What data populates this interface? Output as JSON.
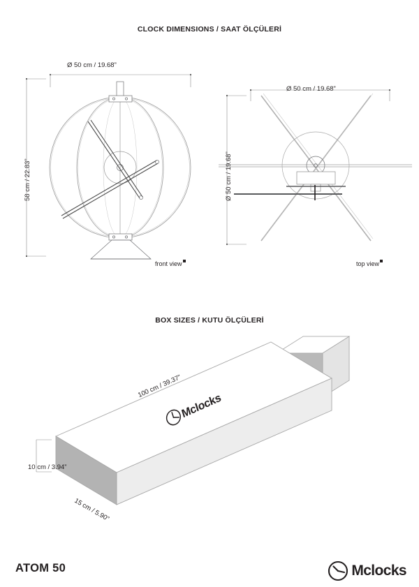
{
  "document": {
    "product_name": "ATOM 50",
    "brand": "Mclocks"
  },
  "clock_section": {
    "title": "CLOCK DIMENSIONS / SAAT ÖLÇÜLERİ",
    "front_view": {
      "label": "front view",
      "width_dimension": "Ø 50 cm / 19.68”",
      "height_dimension": "58 cm / 22.83”"
    },
    "top_view": {
      "label": "top view",
      "width_dimension": "Ø 50 cm / 19.68”",
      "depth_dimension": "Ø 50 cm / 19.68”"
    }
  },
  "box_section": {
    "title": "BOX SIZES / KUTU ÖLÇÜLERİ",
    "length_dimension": "100 cm / 39.37”",
    "height_dimension": "10 cm / 3.94”",
    "width_dimension": "15 cm / 5.90”",
    "logo_text": "Mclocks"
  },
  "colors": {
    "ink": "#231f20",
    "line": "#6d6e71",
    "box_top": "#ffffff",
    "box_front": "#ededed",
    "box_side": "#b3b3b3"
  }
}
